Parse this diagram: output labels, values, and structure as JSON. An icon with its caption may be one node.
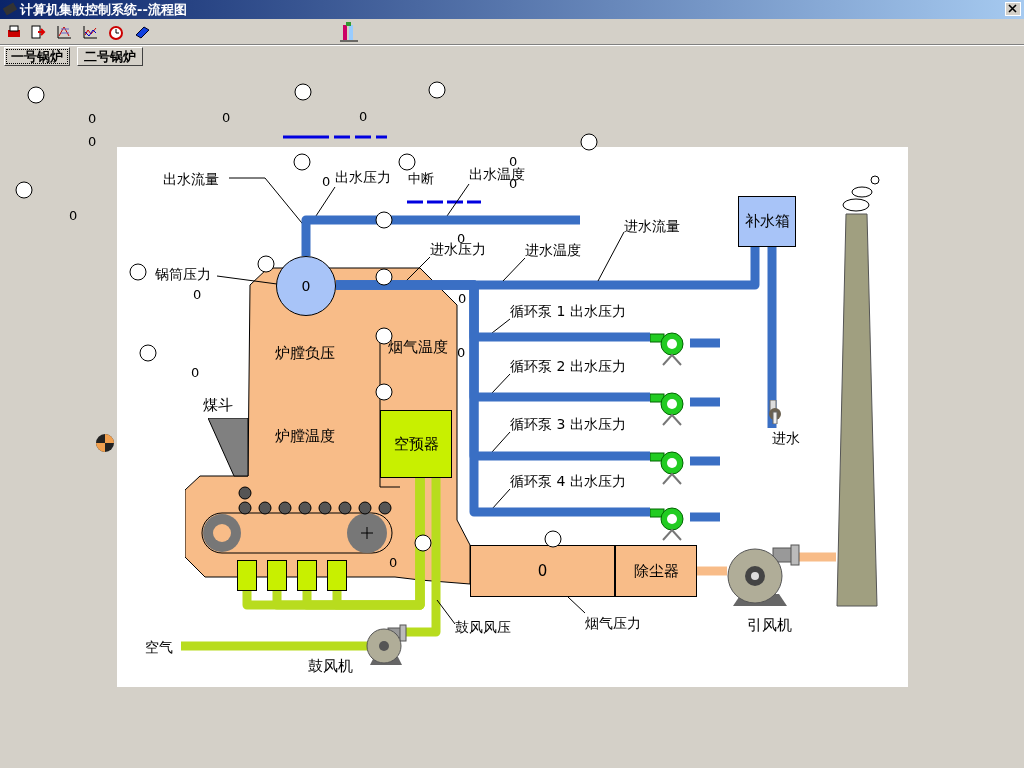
{
  "diagram": {
    "title": "计算机集散控制系统--流程图",
    "nodes": [
      {
        "text": [
          "出水流量"
        ]
      },
      {
        "text": [
          "出水压力"
        ]
      },
      {
        "text": [
          "出水温度"
        ]
      },
      {
        "text": [
          "补水箱"
        ]
      },
      {
        "text": [
          "进水压力"
        ]
      },
      {
        "text": [
          "进水温度"
        ]
      },
      {
        "text": [
          "进水流量"
        ]
      },
      {
        "text": [
          "锅筒压力"
        ]
      },
      {
        "text": [
          "0"
        ]
      },
      {
        "text": [
          "炉膛负压",
          "炉膛温度",
          "烟气温度"
        ]
      },
      {
        "text": [
          "空预器"
        ],
        "in": 9
      },
      {
        "text": [
          "循环泵 1 出水压力"
        ]
      },
      {
        "text": [],
        "shape": "pump"
      },
      {
        "text": [
          "循环泵 2 出水压力"
        ]
      },
      {
        "text": [],
        "shape": "pump"
      },
      {
        "text": [
          "循环泵 3 出水压力"
        ]
      },
      {
        "text": [],
        "shape": "pump"
      },
      {
        "text": [
          "循环泵 4 出水压力"
        ]
      },
      {
        "text": [],
        "shape": "pump"
      },
      {
        "text": [
          "煤斗"
        ]
      },
      {
        "text": [
          "进水"
        ]
      },
      {
        "text": [],
        "shape": "box"
      },
      {
        "text": [],
        "shape": "box"
      },
      {
        "text": [],
        "shape": "box"
      },
      {
        "text": [],
        "shape": "box"
      },
      {
        "text": [
          "0"
        ]
      },
      {
        "text": [
          "除尘器"
        ]
      },
      {
        "text": [
          "引风机"
        ]
      },
      {
        "text": [],
        "shape": "chimney"
      },
      {
        "text": [
          "空气"
        ]
      },
      {
        "text": [
          "鼓风机"
        ]
      },
      {
        "text": [
          "鼓风风压"
        ]
      },
      {
        "text": [
          "烟气压力"
        ]
      }
    ],
    "edges": [
      {
        "from": 0,
        "to": null,
        "arrow": "none"
      },
      {
        "from": 1,
        "to": null,
        "arrow": "none"
      },
      {
        "from": 2,
        "to": null,
        "arrow": "none"
      },
      {
        "from": 8,
        "to": null,
        "arrow": "none",
        "color": "#3a6fc4"
      },
      {
        "from": 3,
        "to": 8,
        "arrow": "none",
        "color": "#3a6fc4"
      },
      {
        "from": 4,
        "to": null,
        "arrow": "none"
      },
      {
        "from": 5,
        "to": null,
        "arrow": "none"
      },
      {
        "from": 6,
        "to": null,
        "arrow": "none"
      },
      {
        "from": 7,
        "to": 8,
        "arrow": "none"
      },
      {
        "from": 11,
        "to": null,
        "arrow": "none"
      },
      {
        "from": 12,
        "to": 8,
        "arrow": "none",
        "color": "#3a6fc4"
      },
      {
        "from": null,
        "to": 12,
        "arrow": "none",
        "color": "#3a6fc4"
      },
      {
        "from": 13,
        "to": null,
        "arrow": "none"
      },
      {
        "from": 14,
        "to": 8,
        "arrow": "none",
        "color": "#3a6fc4"
      },
      {
        "from": null,
        "to": 14,
        "arrow": "none",
        "color": "#3a6fc4"
      },
      {
        "from": 15,
        "to": null,
        "arrow": "none"
      },
      {
        "from": 16,
        "to": 8,
        "arrow": "none",
        "color": "#3a6fc4"
      },
      {
        "from": null,
        "to": 16,
        "arrow": "none",
        "color": "#3a6fc4"
      },
      {
        "from": 17,
        "to": null,
        "arrow": "none"
      },
      {
        "from": 18,
        "to": 8,
        "arrow": "none",
        "color": "#3a6fc4"
      },
      {
        "from": null,
        "to": 18,
        "arrow": "none",
        "color": "#3a6fc4"
      },
      {
        "from": 3,
        "to": 20,
        "arrow": "none",
        "color": "#3a6fc4"
      },
      {
        "from": 10,
        "to": 21,
        "arrow": "none",
        "color": "#b8dc1e"
      },
      {
        "from": 10,
        "to": 22,
        "arrow": "none",
        "color": "#b8dc1e"
      },
      {
        "from": 10,
        "to": 23,
        "arrow": "none",
        "color": "#b8dc1e"
      },
      {
        "from": 10,
        "to": 24,
        "arrow": "none",
        "color": "#b8dc1e"
      },
      {
        "from": 29,
        "to": 30,
        "arrow": "none",
        "color": "#b8dc1e"
      },
      {
        "from": 30,
        "to": 10,
        "arrow": "none",
        "color": "#b8dc1e"
      },
      {
        "from": 31,
        "to": null,
        "arrow": "none"
      },
      {
        "from": 32,
        "to": 25,
        "arrow": "none"
      },
      {
        "from": 26,
        "to": 27,
        "arrow": "none",
        "color": "#f8bc88"
      },
      {
        "from": 27,
        "to": 28,
        "arrow": "none",
        "color": "#f8bc88"
      }
    ],
    "labels": [
      "一号锅炉",
      "二号锅炉",
      "0",
      "0",
      "0",
      "0",
      "0",
      "中断",
      "0",
      "0",
      "0",
      "0",
      "0",
      "0",
      "0",
      "0",
      "0"
    ]
  }
}
